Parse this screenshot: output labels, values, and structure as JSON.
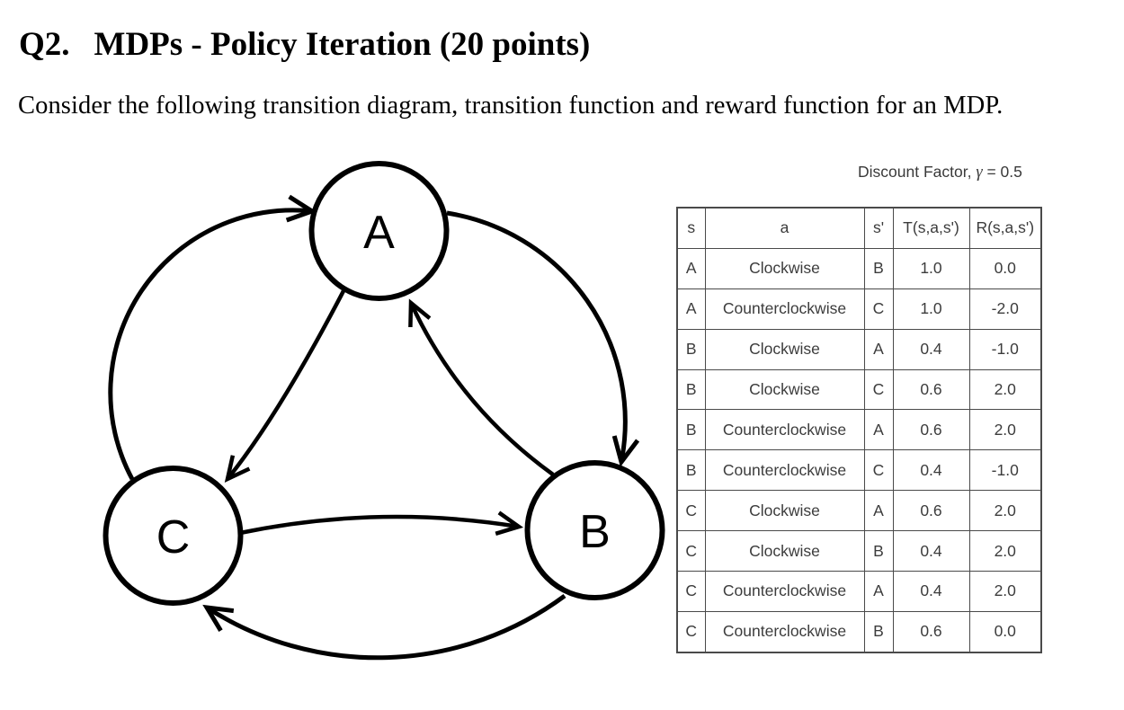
{
  "document": {
    "heading_number": "Q2.",
    "heading_title": "MDPs - Policy Iteration (20 points)",
    "intro": "Consider the following transition diagram, transition function and reward function for an MDP."
  },
  "diagram": {
    "nodes": [
      {
        "id": "A",
        "label": "A"
      },
      {
        "id": "B",
        "label": "B"
      },
      {
        "id": "C",
        "label": "C"
      }
    ],
    "edges": [
      {
        "from": "C",
        "to": "A",
        "style": "outer-arc"
      },
      {
        "from": "A",
        "to": "B",
        "style": "outer-arc"
      },
      {
        "from": "B",
        "to": "C",
        "style": "outer-arc"
      },
      {
        "from": "A",
        "to": "C",
        "style": "inner-curve"
      },
      {
        "from": "B",
        "to": "A",
        "style": "inner-curve"
      },
      {
        "from": "C",
        "to": "B",
        "style": "inner-curve"
      }
    ]
  },
  "discount_factor": {
    "label_prefix": "Discount Factor, ",
    "symbol": "γ",
    "label_suffix": " = 0.5"
  },
  "transition_table": {
    "headers": [
      "s",
      "a",
      "s'",
      "T(s,a,s')",
      "R(s,a,s')"
    ],
    "rows": [
      [
        "A",
        "Clockwise",
        "B",
        "1.0",
        "0.0"
      ],
      [
        "A",
        "Counterclockwise",
        "C",
        "1.0",
        "-2.0"
      ],
      [
        "B",
        "Clockwise",
        "A",
        "0.4",
        "-1.0"
      ],
      [
        "B",
        "Clockwise",
        "C",
        "0.6",
        "2.0"
      ],
      [
        "B",
        "Counterclockwise",
        "A",
        "0.6",
        "2.0"
      ],
      [
        "B",
        "Counterclockwise",
        "C",
        "0.4",
        "-1.0"
      ],
      [
        "C",
        "Clockwise",
        "A",
        "0.6",
        "2.0"
      ],
      [
        "C",
        "Clockwise",
        "B",
        "0.4",
        "2.0"
      ],
      [
        "C",
        "Counterclockwise",
        "A",
        "0.4",
        "2.0"
      ],
      [
        "C",
        "Counterclockwise",
        "B",
        "0.6",
        "0.0"
      ]
    ]
  },
  "colors": {
    "text_primary": "#000000",
    "table_text": "#3c3c3c",
    "table_border": "#4a4a4a",
    "diagram_stroke": "#000000"
  }
}
